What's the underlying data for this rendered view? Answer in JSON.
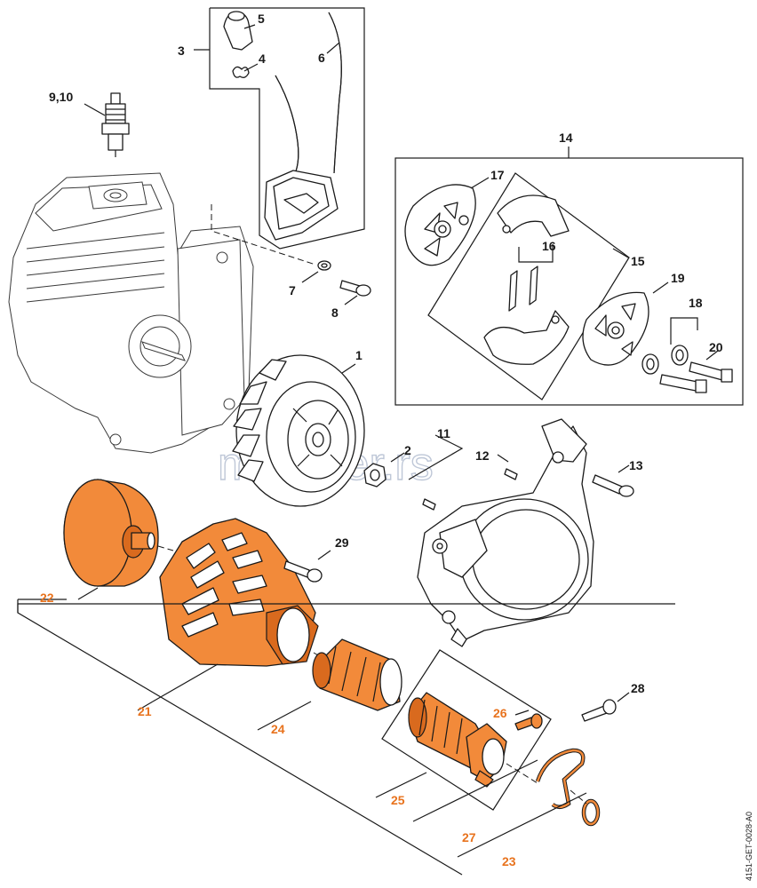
{
  "labels": [
    {
      "id": "1",
      "text": "1"
    },
    {
      "id": "2",
      "text": "2"
    },
    {
      "id": "3",
      "text": "3"
    },
    {
      "id": "4",
      "text": "4"
    },
    {
      "id": "5",
      "text": "5"
    },
    {
      "id": "6",
      "text": "6"
    },
    {
      "id": "7",
      "text": "7"
    },
    {
      "id": "8",
      "text": "8"
    },
    {
      "id": "9-10",
      "text": "9,10"
    },
    {
      "id": "11",
      "text": "11"
    },
    {
      "id": "12",
      "text": "12"
    },
    {
      "id": "13",
      "text": "13"
    },
    {
      "id": "14",
      "text": "14"
    },
    {
      "id": "15",
      "text": "15"
    },
    {
      "id": "16",
      "text": "16"
    },
    {
      "id": "17",
      "text": "17"
    },
    {
      "id": "18",
      "text": "18"
    },
    {
      "id": "19",
      "text": "19"
    },
    {
      "id": "20",
      "text": "20"
    },
    {
      "id": "21",
      "text": "21"
    },
    {
      "id": "22",
      "text": "22"
    },
    {
      "id": "23",
      "text": "23"
    },
    {
      "id": "24",
      "text": "24"
    },
    {
      "id": "25",
      "text": "25"
    },
    {
      "id": "26",
      "text": "26"
    },
    {
      "id": "27",
      "text": "27"
    },
    {
      "id": "28",
      "text": "28"
    },
    {
      "id": "29",
      "text": "29"
    }
  ],
  "watermark": "motoker.rs",
  "document_id": "4151-GET-0028-A0",
  "colors": {
    "highlight": "#e8731e",
    "part_fill_orange": "#f28a3a",
    "line": "#1a1a1a"
  }
}
